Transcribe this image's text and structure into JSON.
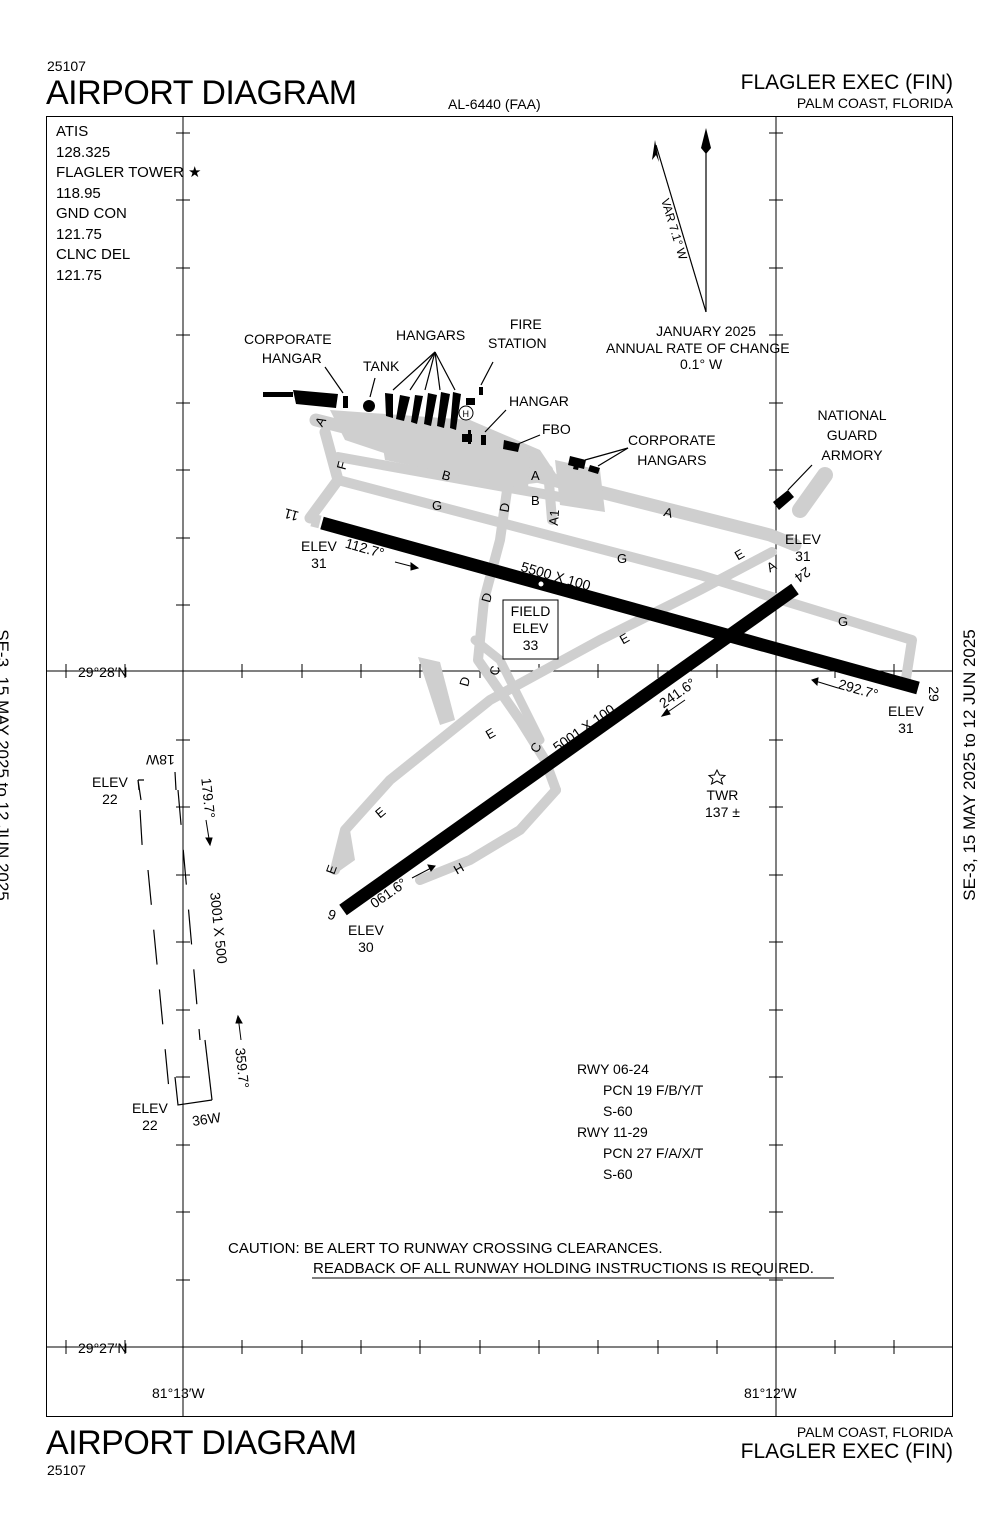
{
  "header": {
    "volume_id": "25107",
    "title": "AIRPORT DIAGRAM",
    "chart_number": "AL-6440 (FAA)",
    "airport_name": "FLAGLER EXEC (FIN)",
    "city_state": "PALM COAST, FLORIDA"
  },
  "footer": {
    "title": "AIRPORT DIAGRAM",
    "volume_id": "25107",
    "city_state": "PALM COAST, FLORIDA",
    "airport_name": "FLAGLER EXEC (FIN)"
  },
  "side_label": "SE-3,  15 MAY 2025  to  12 JUN 2025",
  "frequencies": [
    {
      "name": "ATIS",
      "freq": "128.325"
    },
    {
      "name": "FLAGLER TOWER ★",
      "freq": "118.95"
    },
    {
      "name": "GND CON",
      "freq": "121.75"
    },
    {
      "name": "CLNC DEL",
      "freq": "121.75"
    }
  ],
  "variation": {
    "label": "VAR 7.1° W",
    "note_line1": "JANUARY 2025",
    "note_line2": "ANNUAL RATE OF CHANGE",
    "note_line3": "0.1° W"
  },
  "coordinates": {
    "lat_upper": "29°28′N",
    "lat_lower": "29°27′N",
    "lon_left": "81°13′W",
    "lon_right": "81°12′W"
  },
  "buildings": {
    "corporate_hangar": [
      "CORPORATE",
      "HANGAR"
    ],
    "hangars": "HANGARS",
    "tank": "TANK",
    "fire_station": [
      "FIRE",
      "STATION"
    ],
    "hangar": "HANGAR",
    "fbo": "FBO",
    "corporate_hangars": [
      "CORPORATE",
      "HANGARS"
    ],
    "national_guard": [
      "NATIONAL",
      "GUARD",
      "ARMORY"
    ],
    "heliport": "H"
  },
  "runways": {
    "rwy11": {
      "end": "11",
      "elev_label": "ELEV",
      "elev": "31",
      "heading": "112.7°"
    },
    "rwy29": {
      "end": "29",
      "elev_label": "ELEV",
      "elev": "31",
      "heading": "292.7°"
    },
    "rwy11_29_dims": "5500 X 100",
    "rwy6": {
      "end": "6",
      "elev_label": "ELEV",
      "elev": "30",
      "heading": "061.6°"
    },
    "rwy24": {
      "end": "24",
      "elev_label": "ELEV",
      "elev": "31",
      "heading": "241.6°"
    },
    "rwy6_24_dims": "5001 X 100",
    "water18w": {
      "end": "18W",
      "elev_label": "ELEV",
      "elev": "22",
      "heading": "179.7°"
    },
    "water36w": {
      "end": "36W",
      "elev_label": "ELEV",
      "elev": "22",
      "heading": "359.7°"
    },
    "water_dims": "3001 X 500"
  },
  "field_elev": [
    "FIELD",
    "ELEV",
    "33"
  ],
  "tower": {
    "label": "TWR",
    "height": "137 ±"
  },
  "taxiways": [
    "A",
    "B",
    "C",
    "D",
    "E",
    "F",
    "G",
    "H",
    "A1"
  ],
  "pcn": [
    {
      "runway": "RWY 06-24",
      "pcn": "PCN 19 F/B/Y/T",
      "strength": "S-60"
    },
    {
      "runway": "RWY 11-29",
      "pcn": "PCN 27 F/A/X/T",
      "strength": "S-60"
    }
  ],
  "caution": {
    "line1": "CAUTION: BE ALERT TO RUNWAY CROSSING CLEARANCES.",
    "line2": "READBACK OF ALL RUNWAY HOLDING INSTRUCTIONS IS REQUIRED."
  }
}
